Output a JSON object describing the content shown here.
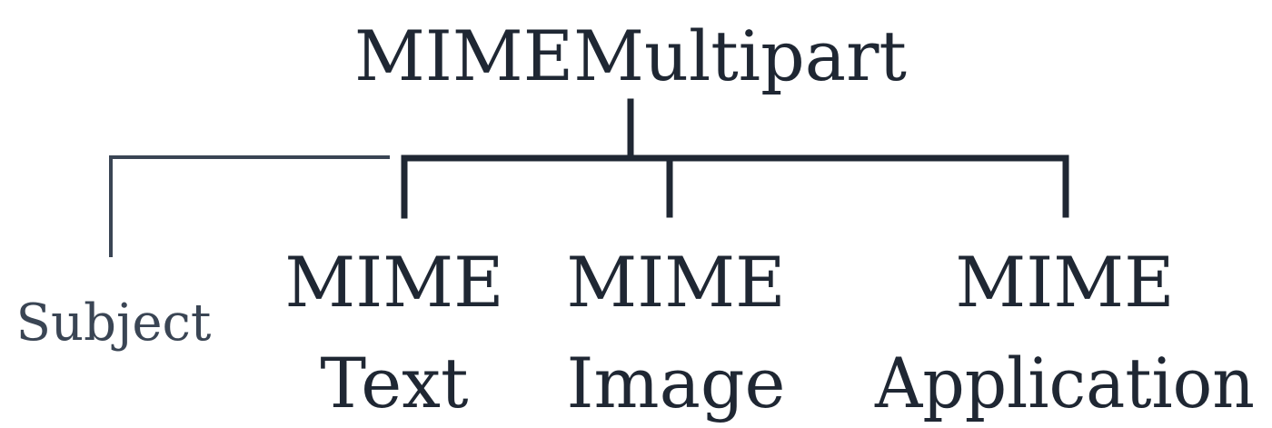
{
  "colors": {
    "primary": "#1f2733",
    "secondary": "#3a4554",
    "background": "#ffffff"
  },
  "root": {
    "label": "MIMEMultipart"
  },
  "aside": {
    "label": "Subject"
  },
  "children": [
    {
      "line1": "MIME",
      "line2": "Text"
    },
    {
      "line1": "MIME",
      "line2": "Image"
    },
    {
      "line1": "MIME",
      "line2": "Application"
    }
  ]
}
